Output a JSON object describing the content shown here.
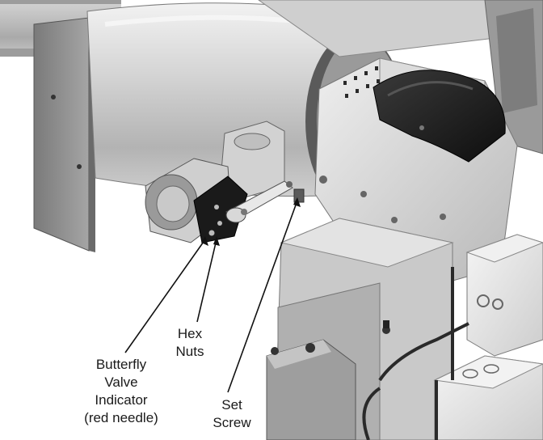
{
  "callouts": {
    "butterfly_valve": {
      "lines": [
        "Butterfly",
        "Valve",
        "Indicator",
        "(red needle)"
      ]
    },
    "hex_nuts": {
      "lines": [
        "Hex",
        "Nuts"
      ]
    },
    "set_screw": {
      "lines": [
        "Set",
        "Screw"
      ]
    }
  },
  "colors": {
    "metal_light": "#e4e4e4",
    "metal_mid": "#bdbdbd",
    "metal_dark": "#8a8a8a",
    "black_part": "#1c1c1c",
    "leader_line": "#111111"
  }
}
